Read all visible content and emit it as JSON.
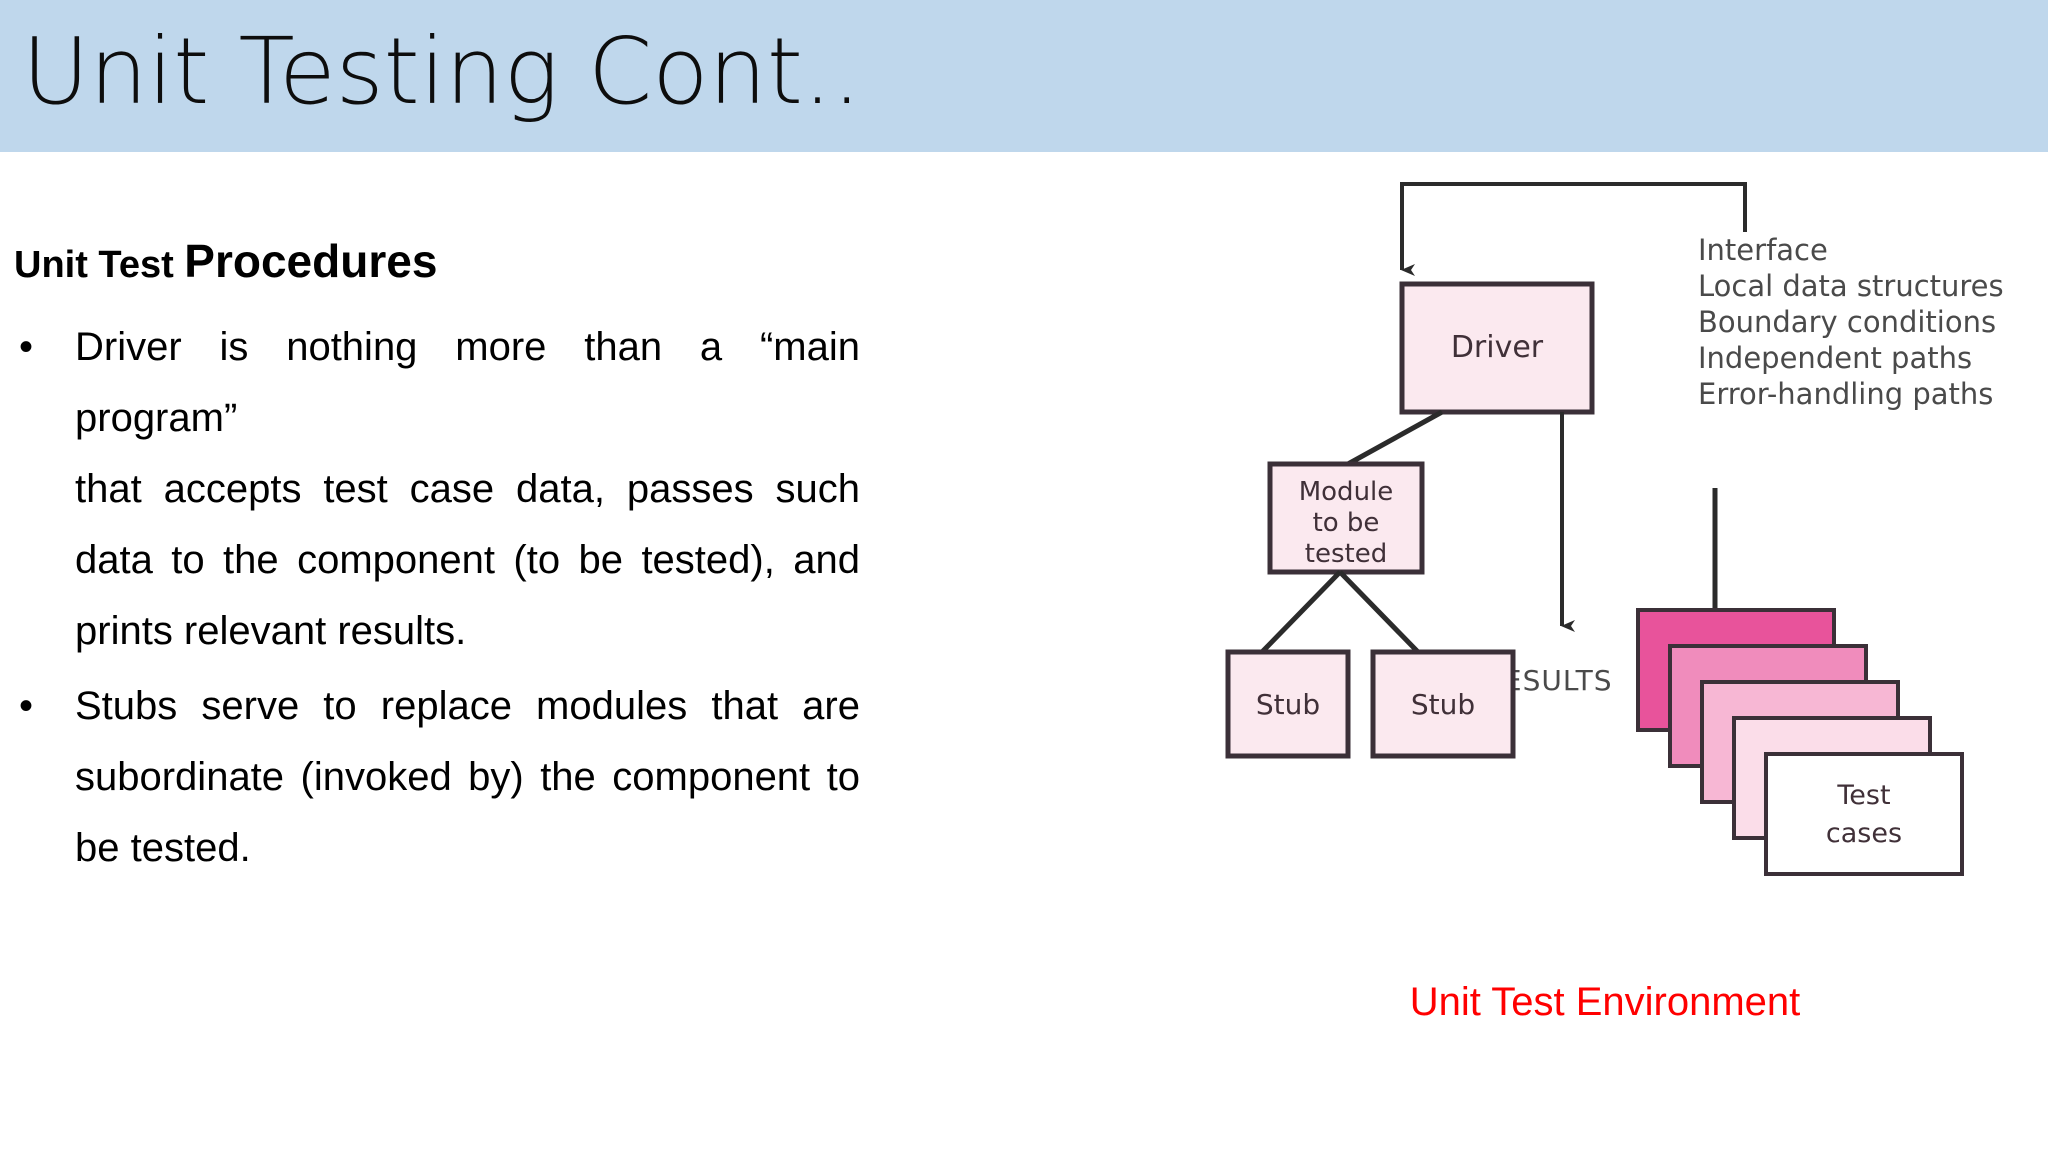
{
  "slide": {
    "title": "Unit Testing Cont..",
    "band_color": "#bfd7ec",
    "background": "#ffffff"
  },
  "content": {
    "subheading": {
      "part_small": "Unit Test ",
      "part_large": "Procedures"
    },
    "bullet_marker": "•",
    "bullets": [
      {
        "id": "driver-bullet",
        "lines": [
          "Driver is nothing more than a “main program”",
          "that accepts test case data, passes such",
          "data to the component (to be tested), and",
          "prints relevant results."
        ],
        "full_text": "Driver is nothing more than a “main program” that accepts test case data, passes such data to the component (to be tested), and prints relevant results."
      },
      {
        "id": "stubs-bullet",
        "lines": [
          "Stubs serve to replace modules that are",
          "subordinate (invoked by) the component to",
          "be tested."
        ],
        "full_text": "Stubs serve to replace modules that are subordinate (invoked by) the component to be tested."
      }
    ]
  },
  "diagram": {
    "caption": "Unit Test Environment",
    "caption_color": "#ff0000",
    "box_fill": "#fbe9ef",
    "box_stroke": "#3b3038",
    "text_color": "#403038",
    "nodes": {
      "driver": "Driver",
      "module": [
        "Module",
        "to be",
        "tested"
      ],
      "stub_left": "Stub",
      "stub_right": "Stub",
      "test_cases": [
        "Test",
        "cases"
      ],
      "results": "RESULTS"
    },
    "checklist": [
      "Interface",
      "Local data structures",
      "Boundary conditions",
      "Independent paths",
      "Error-handling paths"
    ],
    "card_colors": [
      "#e8539b",
      "#f08cbc",
      "#f7b7d4",
      "#fbdde9",
      "#ffffff"
    ]
  }
}
